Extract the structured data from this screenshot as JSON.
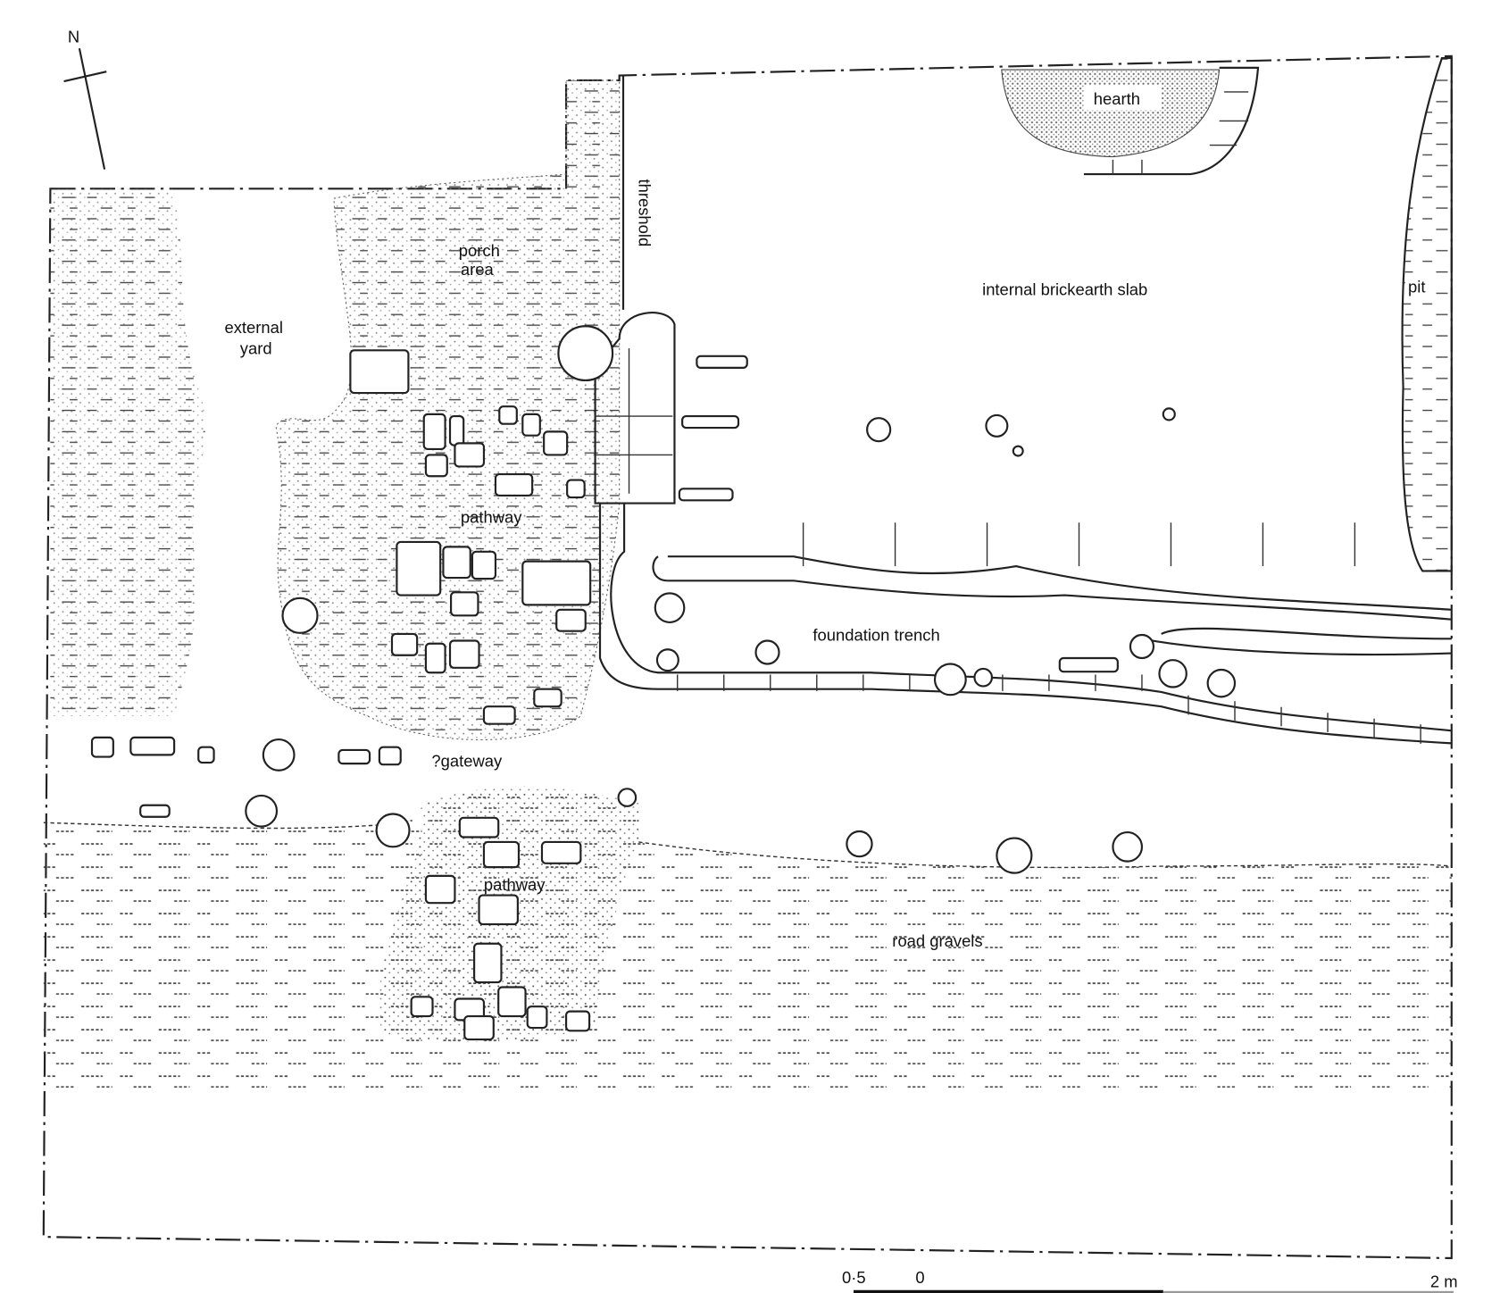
{
  "plan": {
    "north_label": "N",
    "labels": {
      "external_yard": [
        "external",
        "yard"
      ],
      "porch_area": [
        "porch",
        "area"
      ],
      "threshold": "threshold",
      "hearth": "hearth",
      "internal_slab": "internal brickearth slab",
      "pit": "pit",
      "pathway_north": "pathway",
      "foundation_trench": "foundation trench",
      "gateway": "?gateway",
      "pathway_south": "pathway",
      "road_gravels": "road gravels"
    },
    "scale_bar": {
      "left_label": "0·5",
      "zero_label": "0",
      "right_label": "2 m"
    }
  }
}
